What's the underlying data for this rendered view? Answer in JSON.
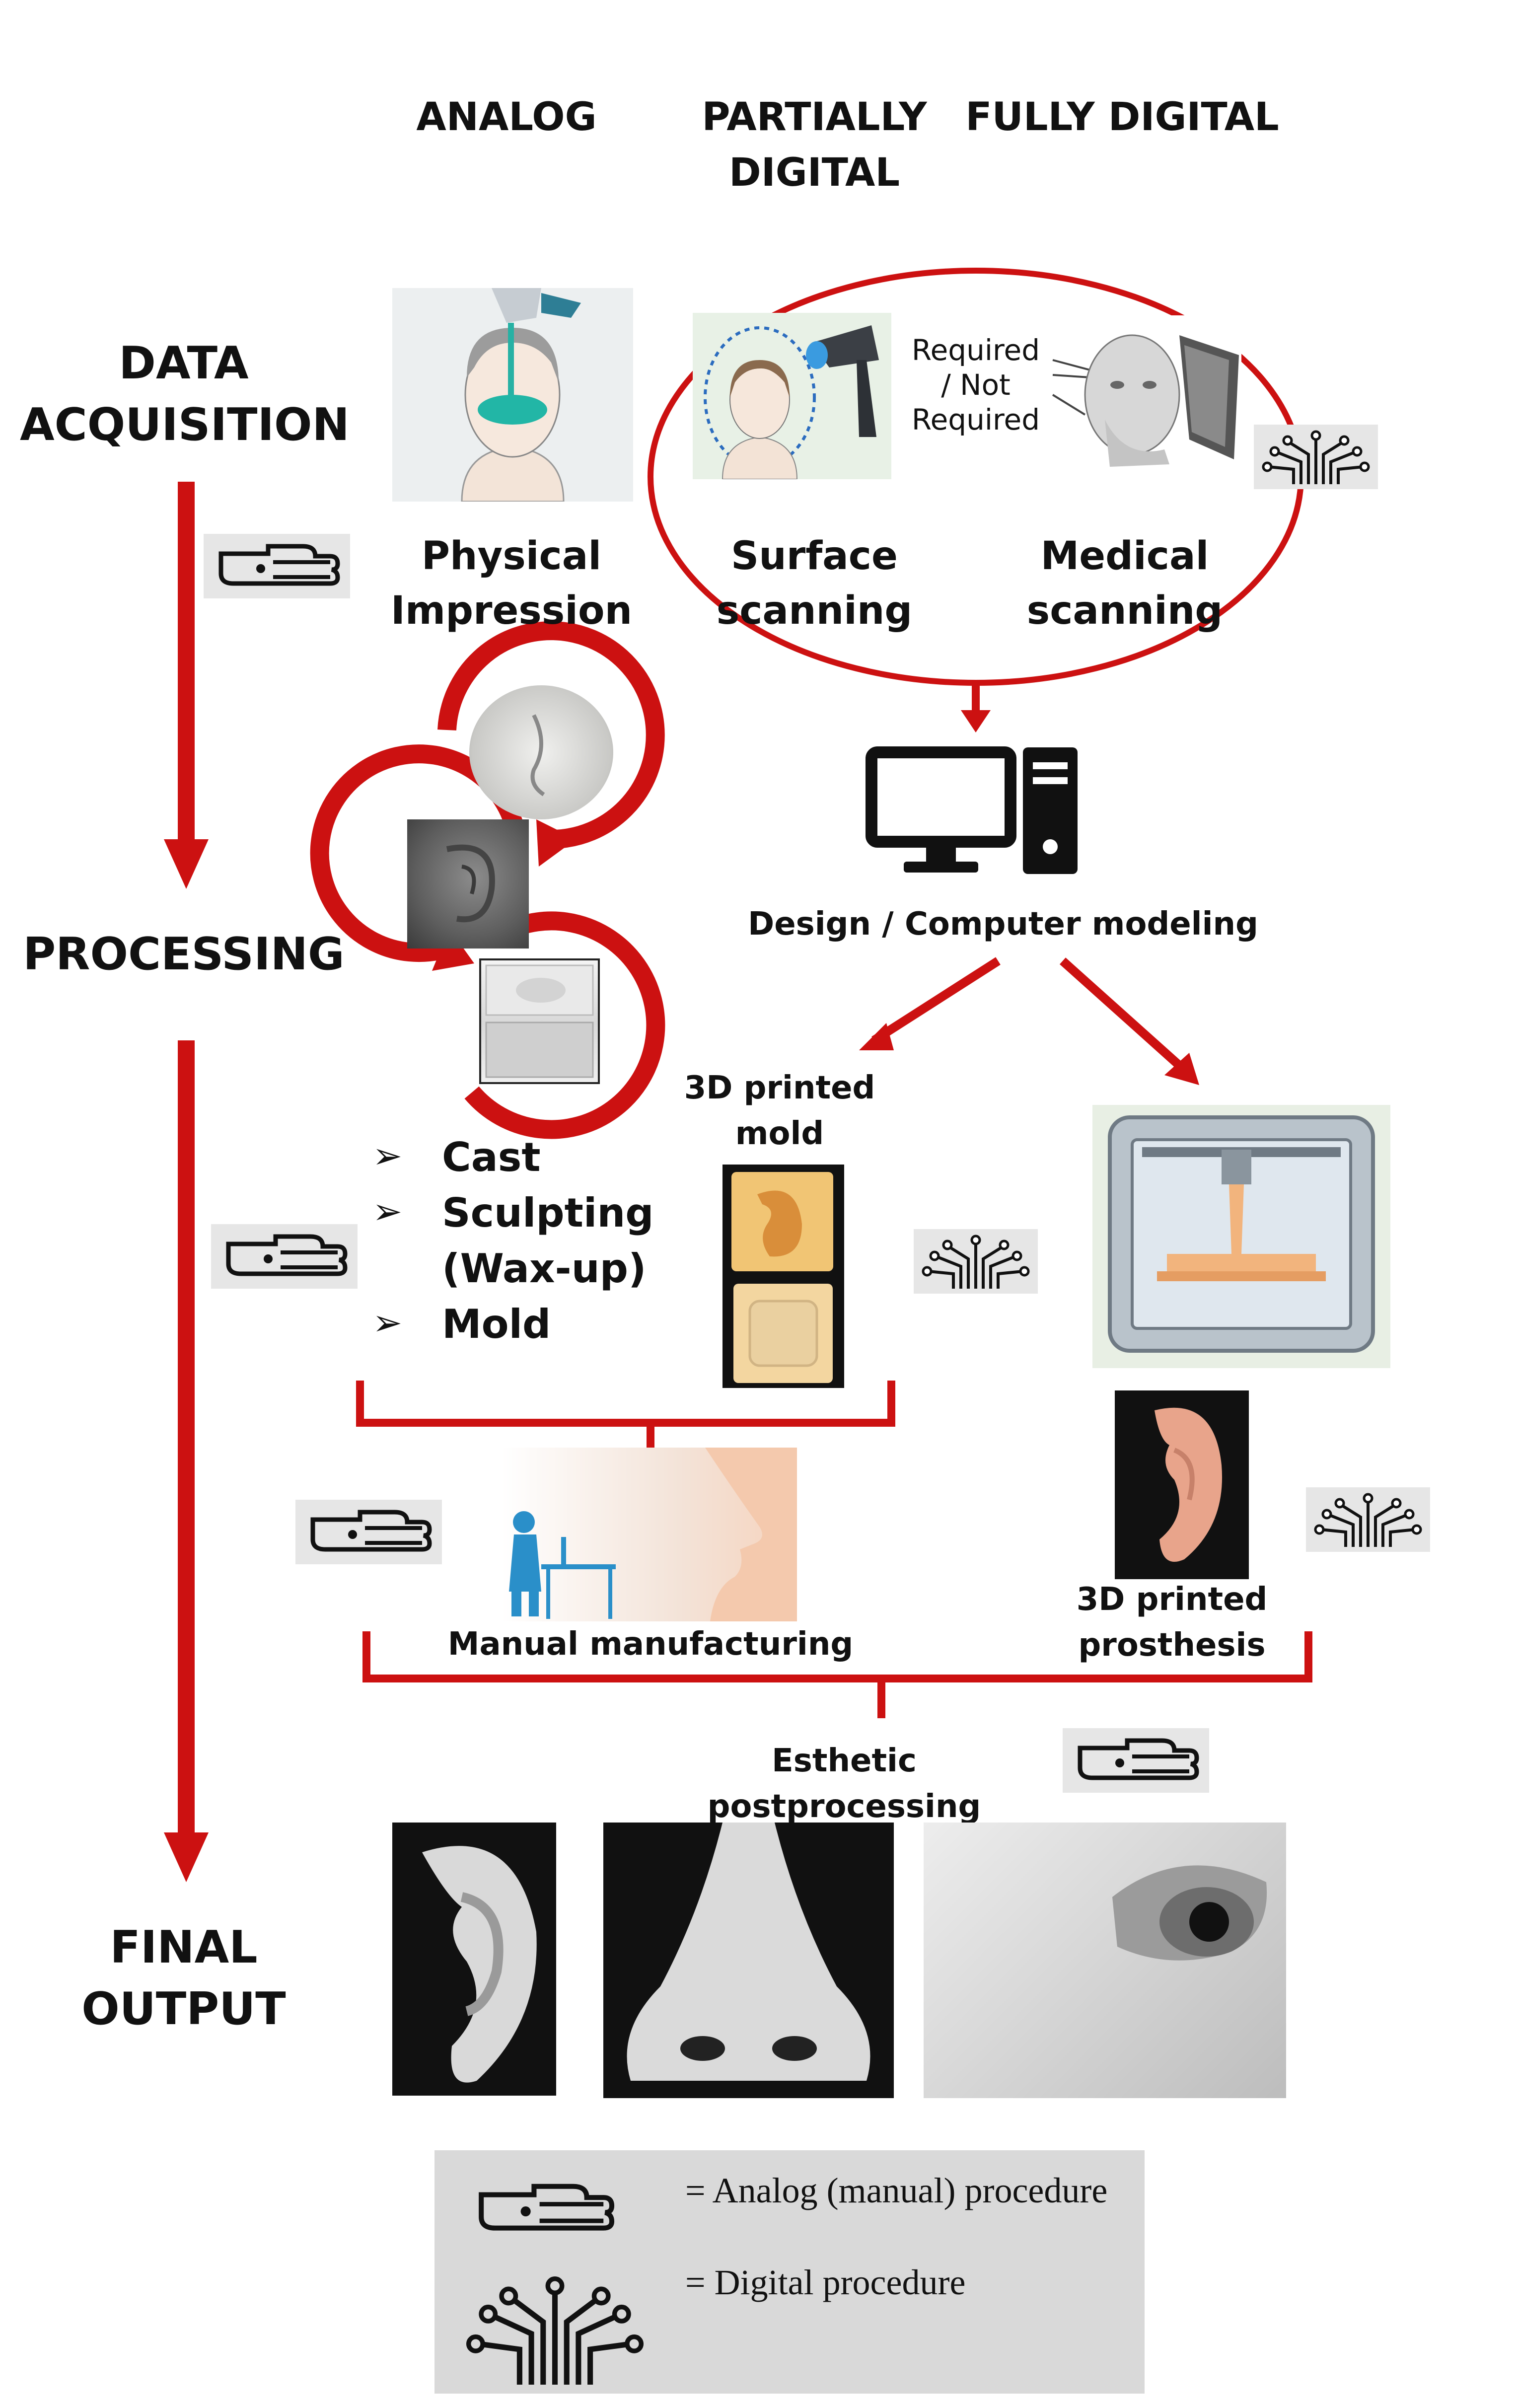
{
  "columns": {
    "analog": "ANALOG",
    "partially_digital_1": "PARTIALLY",
    "partially_digital_2": "DIGITAL",
    "fully_digital": "FULLY DIGITAL"
  },
  "stages": {
    "data_acquisition_1": "DATA",
    "data_acquisition_2": "ACQUISITION",
    "processing": "PROCESSING",
    "final_output_1": "FINAL",
    "final_output_2": "OUTPUT"
  },
  "acquisition": {
    "physical_impression_1": "Physical",
    "physical_impression_2": "Impression",
    "surface_scanning_1": "Surface",
    "surface_scanning_2": "scanning",
    "medical_scanning_1": "Medical",
    "medical_scanning_2": "scanning",
    "required_1": "Required",
    "required_2": "/ Not",
    "required_3": "Required"
  },
  "processing": {
    "design_label": "Design / Computer modeling",
    "printed_mold_1": "3D printed",
    "printed_mold_2": "mold",
    "bullets": [
      "Cast",
      "Sculpting",
      "(Wax-up)",
      "Mold"
    ],
    "manual_manufacturing": "Manual manufacturing",
    "printed_prosthesis_1": "3D printed",
    "printed_prosthesis_2": "prosthesis",
    "esthetic_postprocessing": "Esthetic postprocessing"
  },
  "legend": {
    "analog": "= Analog (manual) procedure",
    "digital": "= Digital procedure"
  },
  "colors": {
    "accent_red": "#cc1111",
    "legend_bg": "#d9d9d9",
    "icon_bg": "#e6e6e6"
  }
}
